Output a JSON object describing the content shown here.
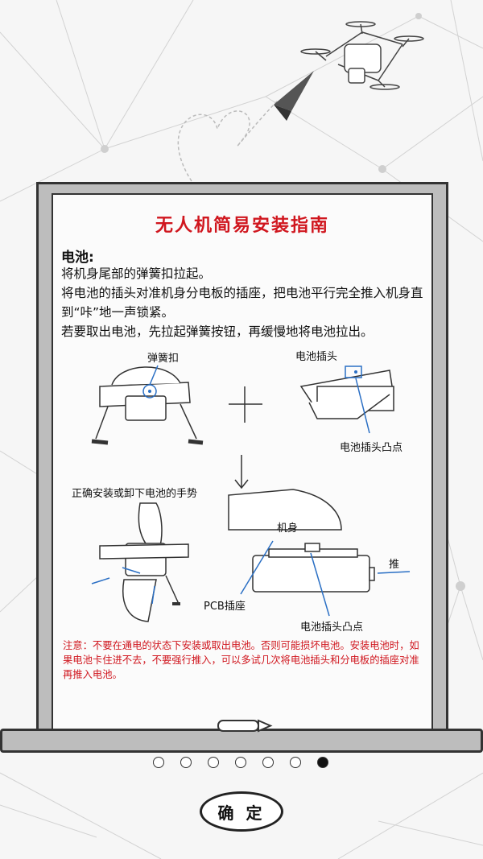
{
  "guide": {
    "title": "无人机简易安装指南",
    "section": "电池:",
    "steps": [
      "将机身尾部的弹簧扣拉起。",
      "将电池的插头对准机身分电板的插座，把电池平行完全推入机身直到“咔”地一声锁紧。",
      "若要取出电池，先拉起弹簧按钮，再缓慢地将电池拉出。"
    ]
  },
  "figure": {
    "spring_clip": "弹簧扣",
    "battery_plug": "电池插头",
    "plug_bump": "电池插头凸点",
    "gesture": "正确安装或卸下电池的手势",
    "body": "机身",
    "push": "推",
    "pcb_socket": "PCB插座",
    "plug_bump_2": "电池插头凸点"
  },
  "note": "注意：不要在通电的状态下安装或取出电池。否则可能损坏电池。安装电池时，如果电池卡住进不去，不要强行推入，可以多试几次将电池插头和分电板的插座对准再推入电池。",
  "pager": {
    "count": 7,
    "active_index": 6
  },
  "confirm_button": "确 定",
  "colors": {
    "accent_red": "#d0161e",
    "arrow_blue": "#2a6fc4"
  }
}
